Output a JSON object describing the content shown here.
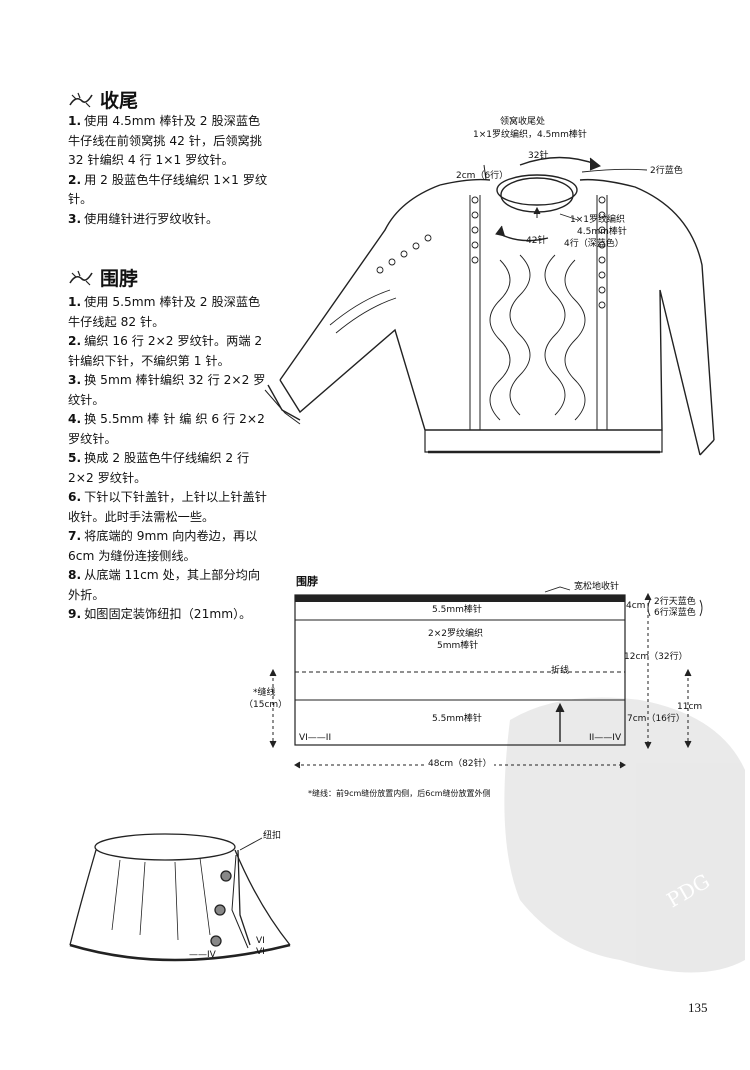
{
  "finishing": {
    "title": "收尾",
    "steps": [
      {
        "num": "1.",
        "text": "使用 4.5mm 棒针及 2 股深蓝色牛仔线在前领窝挑 42 针，后领窝挑 32 针编织 4 行 1×1 罗纹针。"
      },
      {
        "num": "2.",
        "text": "用 2 股蓝色牛仔线编织 1×1 罗纹针。"
      },
      {
        "num": "3.",
        "text": "使用缝针进行罗纹收针。"
      }
    ]
  },
  "neckwarmer": {
    "title": "围脖",
    "steps": [
      {
        "num": "1.",
        "text": "使用 5.5mm 棒针及 2 股深蓝色牛仔线起 82 针。"
      },
      {
        "num": "2.",
        "text": "编织 16 行 2×2 罗纹针。两端 2 针编织下针，不编织第 1 针。"
      },
      {
        "num": "3.",
        "text": "换 5mm 棒针编织 32 行 2×2 罗纹针。"
      },
      {
        "num": "4.",
        "text": "换 5.5mm 棒 针 编 织 6 行 2×2 罗纹针。"
      },
      {
        "num": "5.",
        "text": "换成 2 股蓝色牛仔线编织 2 行 2×2 罗纹针。"
      },
      {
        "num": "6.",
        "text": "下针以下针盖针，上针以上针盖针收针。此时手法需松一些。"
      },
      {
        "num": "7.",
        "text": "将底端的 9mm 向内卷边，再以 6cm 为缝份连接侧线。"
      },
      {
        "num": "8.",
        "text": "从底端 11cm 处，其上部分均向外折。"
      },
      {
        "num": "9.",
        "text": "如图固定装饰纽扣（21mm）。"
      }
    ]
  },
  "sweater_diagram": {
    "neck_finish_title": "领窝收尾处",
    "neck_finish_sub": "1×1罗纹编织，4.5mm棒针",
    "back_stitches": "32针",
    "neck_depth": "2cm（6行）",
    "top_rows": "2行蓝色",
    "front_rib_1": "1×1罗纹编织",
    "front_rib_2": "4.5mm棒针",
    "front_rib_3": "4行（深蓝色）",
    "front_stitches": "42针"
  },
  "neck_diagram": {
    "title": "围脖",
    "loose_bindoff": "宽松地收针",
    "top_rows": "4cm",
    "top_colors_1": "2行天蓝色",
    "top_colors_2": "6行深蓝色",
    "band_top": "5.5mm棒针",
    "mid_1": "2×2罗纹编织",
    "mid_2": "5mm棒针",
    "mid_height": "12cm（32行）",
    "fold_line": "折线",
    "band_bottom": "5.5mm棒针",
    "bottom_height": "7cm（16行）",
    "right_height": "11cm",
    "seam_label": "*缝线",
    "seam_height": "（15cm）",
    "left_mark": "VI——II",
    "right_mark": "II——IV",
    "width": "48cm（82针）",
    "footnote": "*缝线：前9cm缝份放置内侧，后6cm缝份放置外侧"
  },
  "collar_diagram": {
    "button_label": "纽扣",
    "mark_left": "——IV",
    "mark_right_1": "VI",
    "mark_right_2": "VI"
  },
  "watermark": {
    "text": "PDG"
  },
  "page_number": "135"
}
